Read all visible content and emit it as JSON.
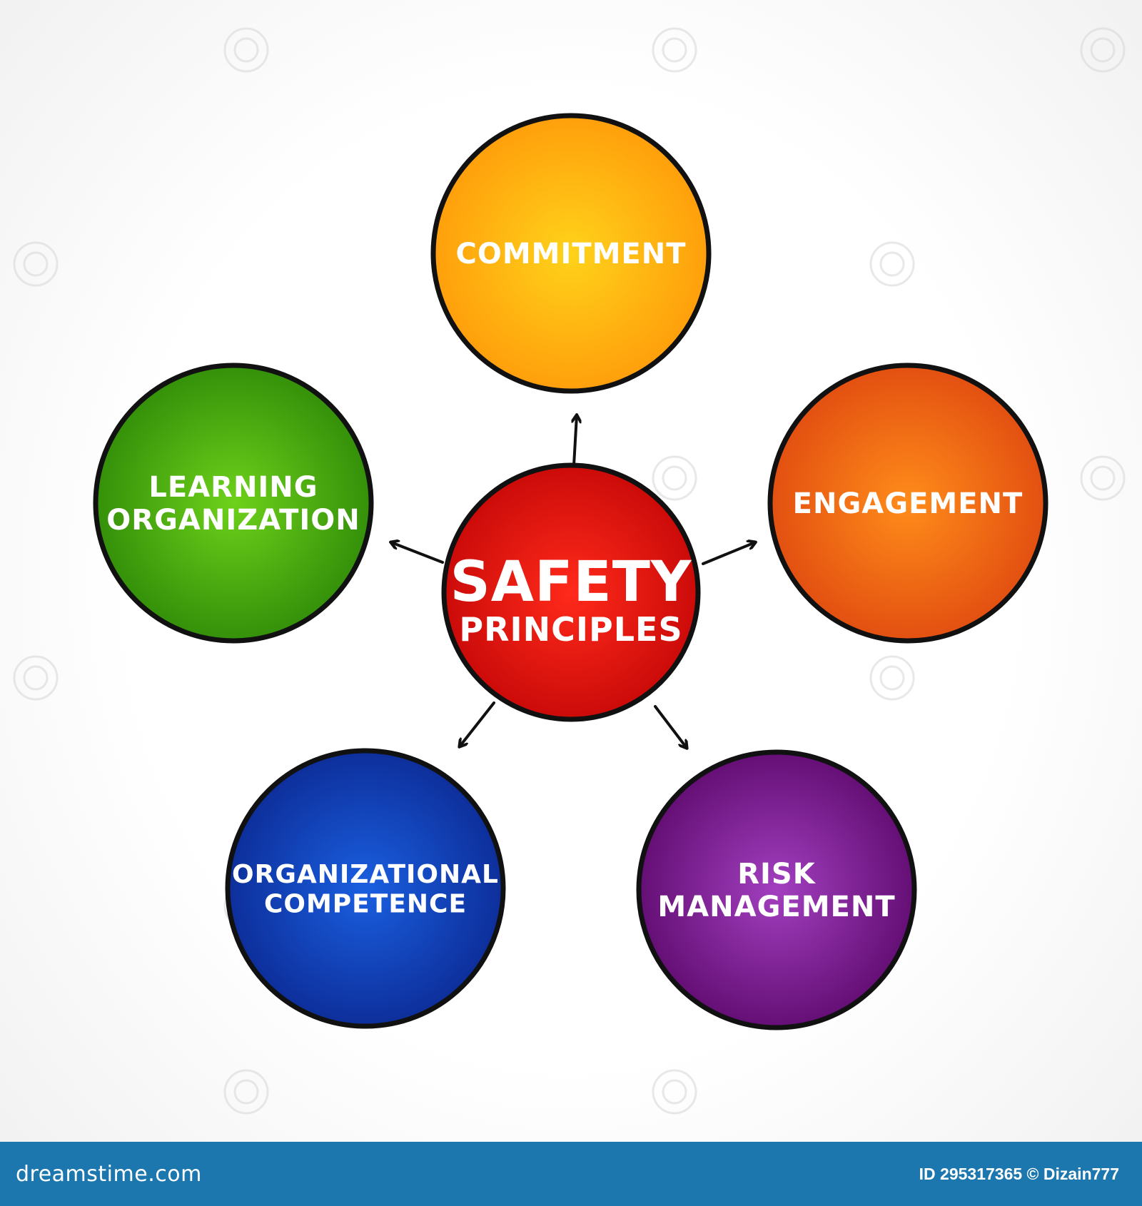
{
  "center": {
    "line1": "SAFETY",
    "line2": "PRINCIPLES",
    "color": "#e01010"
  },
  "nodes": [
    {
      "id": "commitment",
      "lines": [
        "COMMITMENT"
      ],
      "color_light": "#ffd21a",
      "color_dark": "#ff9a0a"
    },
    {
      "id": "engagement",
      "lines": [
        "ENGAGEMENT"
      ],
      "color_light": "#ff8c1a",
      "color_dark": "#e04a10"
    },
    {
      "id": "risk-management",
      "lines": [
        "RISK",
        "MANAGEMENT"
      ],
      "color_light": "#a23fbf",
      "color_dark": "#5e0a6e"
    },
    {
      "id": "organizational-competence",
      "lines": [
        "ORGANIZATIONAL",
        "COMPETENCE"
      ],
      "color_light": "#1a5fe0",
      "color_dark": "#0c2a94"
    },
    {
      "id": "learning-organization",
      "lines": [
        "LEARNING",
        "ORGANIZATION"
      ],
      "color_light": "#6ed11a",
      "color_dark": "#2e8a08"
    }
  ],
  "footer": {
    "brand": "dreamstime.com",
    "id_text": "ID 295317365 © Dizain777"
  },
  "watermark": "dreamstime"
}
